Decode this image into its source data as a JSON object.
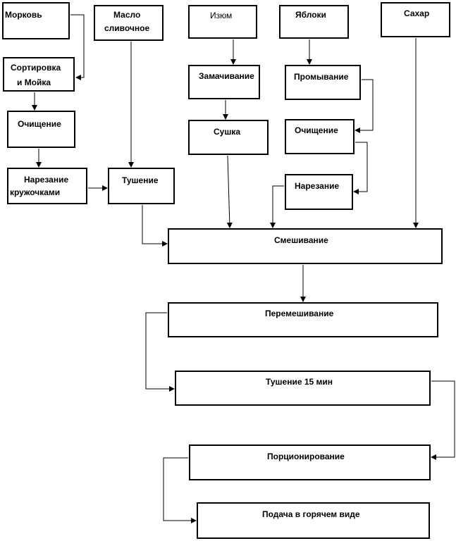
{
  "nodes": {
    "morkov": "Морковь",
    "maslo_1": "Масло",
    "maslo_2": "сливочное",
    "izyum": "Изюм",
    "yabloki": "Яблоки",
    "sahar": "Сахар",
    "sortirovka_1": "Сортировка",
    "sortirovka_2": "и Мойка",
    "ochishchenie_left": "Очищение",
    "narezanie_kruzh_1": "Нарезание",
    "narezanie_kruzh_2": "кружочками",
    "tushenie": "Тушение",
    "zamachivanie": "Замачивание",
    "sushka": "Сушка",
    "promyvanie": "Промывание",
    "ochishchenie_right": "Очищение",
    "narezanie": "Нарезание",
    "smeshivanie": "Смешивание",
    "peremeshivanie": "Перемешивание",
    "tushenie_15": "Тушение 15 мин",
    "porcionirovanie": "Порционирование",
    "podacha": "Подача в горячем виде"
  }
}
